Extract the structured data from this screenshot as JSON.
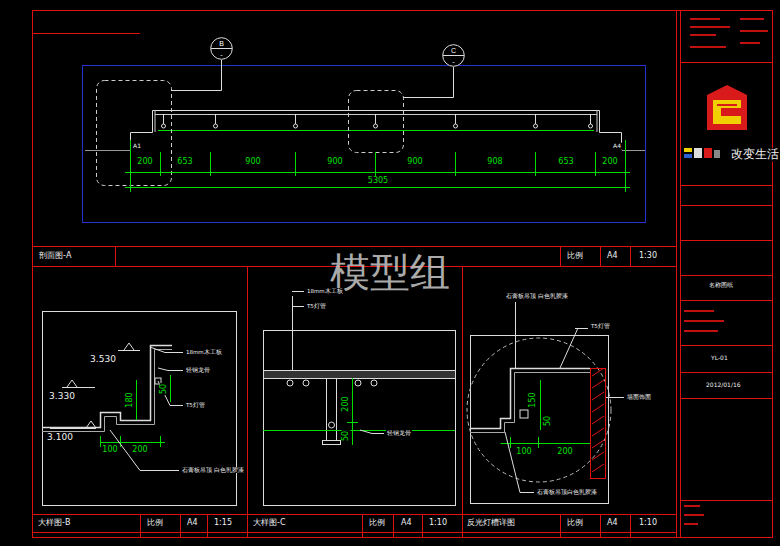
{
  "diagram": {
    "nodes": [
      {
        "text": [
          "B",
          "-"
        ]
      },
      {
        "text": [
          "C",
          "-"
        ]
      }
    ],
    "labels": [
      "200",
      "653",
      "900",
      "900",
      "900",
      "908",
      "653",
      "200",
      "5305",
      "A1",
      "A4",
      "剖面图-A",
      "比例",
      "A4",
      "1:30",
      "模型组",
      "3.530",
      "3.330",
      "3.100",
      "100",
      "200",
      "180",
      "50",
      "18mm木工板",
      "轻钢龙骨",
      "T5灯管",
      "石膏板吊顶 白色乳胶漆",
      "大样图-B",
      "比例",
      "A4",
      "1:15",
      "18mm木工板",
      "T5灯管",
      "200",
      "50",
      "轻钢龙骨",
      "大样图-C",
      "比例",
      "A4",
      "1:10",
      "石膏板吊顶 白色乳胶漆",
      "T5灯管",
      "150",
      "50",
      "100",
      "200",
      "墙面饰面",
      "石膏板吊顶白色乳胶漆",
      "反光灯槽详图",
      "比例",
      "A4",
      "1:10",
      "改变生活",
      "YL-01",
      "2012/01/16",
      "名称图纸"
    ]
  }
}
